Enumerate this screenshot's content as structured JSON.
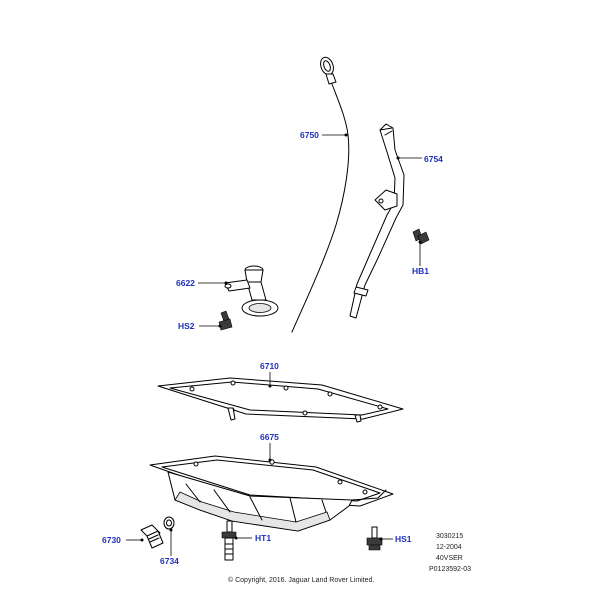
{
  "parts": {
    "p6750": "6750",
    "p6754": "6754",
    "hb1": "HB1",
    "p6622": "6622",
    "hs2": "HS2",
    "p6710": "6710",
    "p6675": "6675",
    "p6730": "6730",
    "p6734": "6734",
    "ht1": "HT1",
    "hs1": "HS1"
  },
  "meta": {
    "line1": "3030215",
    "line2": "12-2004",
    "line3": "40VSER",
    "line4": "P0123592-03"
  },
  "copyright": "© Copyright, 2016. Jaguar Land Rover Limited.",
  "colors": {
    "label": "#1f2fbf",
    "ink": "#000000"
  }
}
